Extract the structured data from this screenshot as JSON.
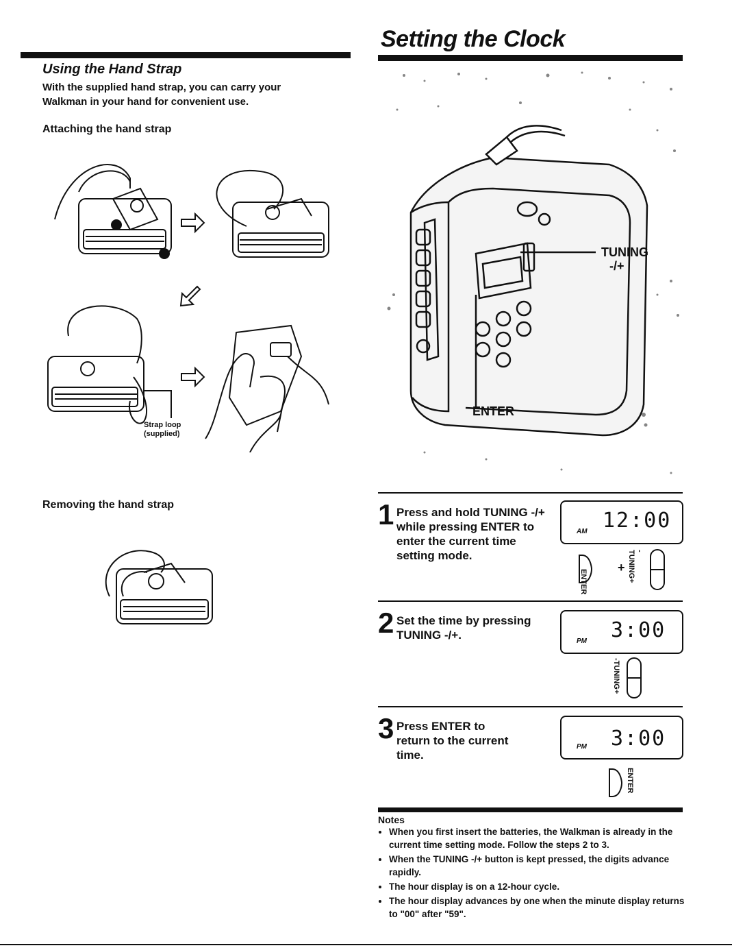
{
  "left": {
    "section_title": "Using the Hand Strap",
    "intro": "With the supplied hand strap, you can carry your Walkman in your hand for convenient use.",
    "attaching_heading": "Attaching the hand strap",
    "strap_loop_label": "Strap loop",
    "strap_loop_sub": "(supplied)",
    "removing_heading": "Removing the hand strap"
  },
  "right": {
    "title": "Setting the Clock",
    "label_tuning": "TUNING",
    "label_tuning_sign": "-/+",
    "label_enter": "ENTER",
    "steps": [
      {
        "num": "1",
        "text": "Press and hold TUNING -/+ while pressing ENTER to enter the current time setting mode.",
        "indicator": "AM",
        "time": "12:00"
      },
      {
        "num": "2",
        "text": "Set the time by pressing TUNING -/+.",
        "indicator": "PM",
        "time": "3:00"
      },
      {
        "num": "3",
        "text": "Press ENTER to return to the current time.",
        "indicator": "PM",
        "time": "3:00"
      }
    ],
    "btn_enter": "ENTER",
    "btn_tuning": "-TUNING+",
    "plus": "+"
  },
  "notes": {
    "heading": "Notes",
    "items": [
      "When you first insert the batteries, the Walkman is already in the current time setting mode. Follow the steps 2 to 3.",
      "When the TUNING -/+ button is kept pressed, the digits advance rapidly.",
      "The hour display is on a 12-hour cycle.",
      "The hour display advances by one when the minute display returns to \"00\" after \"59\"."
    ]
  }
}
